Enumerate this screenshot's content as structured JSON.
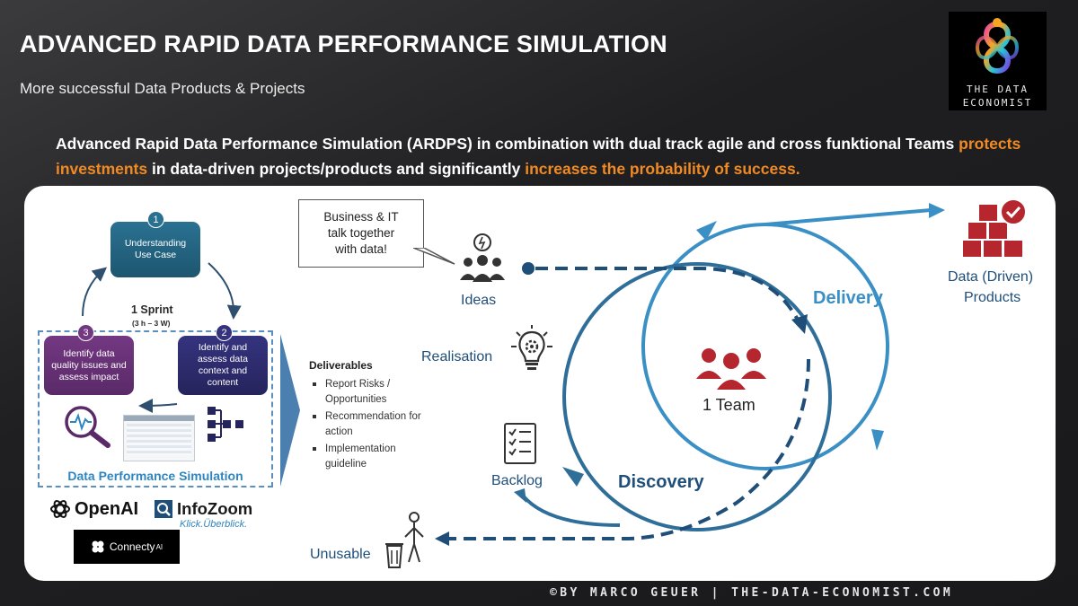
{
  "header": {
    "title": "ADVANCED RAPID DATA PERFORMANCE SIMULATION",
    "subtitle": "More successful Data Products & Projects"
  },
  "logo": {
    "line1": "THE DATA",
    "line2": "ECONOMIST"
  },
  "intro": {
    "part1": "Advanced Rapid Data Performance Simulation (ARDPS) in combination with dual track agile and cross funktional Teams ",
    "highlight1": "protects investments",
    "part2": " in data-driven projects/products and significantly ",
    "highlight2": "increases the probability of success."
  },
  "simulation": {
    "step1": {
      "num": "1",
      "label": "Understanding Use Case"
    },
    "step2": {
      "num": "2",
      "label": "Identify and assess data context and content"
    },
    "step3": {
      "num": "3",
      "label": "Identify data quality issues and assess impact"
    },
    "sprint_label": "1 Sprint",
    "sprint_duration": "(3 h – 3 W)",
    "frame_label": "Data Performance Simulation"
  },
  "partners": {
    "openai": "OpenAI",
    "infozoom": "InfoZoom",
    "infozoom_tagline": "Klick.Überblick.",
    "connecty": "Connecty",
    "connecty_sup": "AI"
  },
  "deliverables": {
    "heading": "Deliverables",
    "items": [
      "Report Risks / Opportunities",
      "Recommendation for action",
      "Implementation guideline"
    ]
  },
  "cycle": {
    "callout": "Business & IT talk together with data!",
    "ideas": "Ideas",
    "realisation": "Realisation",
    "backlog": "Backlog",
    "unusable": "Unusable",
    "delivery": "Delivery",
    "discovery": "Discovery",
    "team": "1 Team",
    "products_line1": "Data (Driven)",
    "products_line2": "Products"
  },
  "footer": {
    "credit": "©BY MARCO GEUER | THE-DATA-ECONOMIST.COM"
  },
  "colors": {
    "accent_orange": "#f08a24",
    "teal_step": "#1f5f7a",
    "purple_step": "#5f2b70",
    "navy_step": "#2c2a6b",
    "delivery_blue": "#2e86c1",
    "discovery_navy": "#1f4e79",
    "team_red": "#b5262f"
  }
}
